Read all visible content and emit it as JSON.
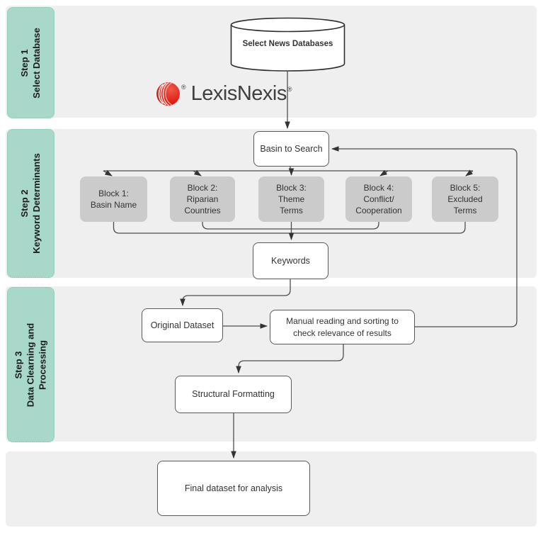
{
  "steps": [
    {
      "label": "Step 1\nSelect Database"
    },
    {
      "label": "Step 2\nKeyword Determinants"
    },
    {
      "label": "Step 3\nData Clearning and\nProcessing"
    }
  ],
  "nodes": {
    "database": {
      "label": "Select News Databases"
    },
    "brand": {
      "name": "LexisNexis",
      "registered": "®"
    },
    "basin": {
      "label": "Basin to Search"
    },
    "blocks": [
      {
        "label": "Block 1:\nBasin Name"
      },
      {
        "label": "Block 2:\nRiparian\nCountries"
      },
      {
        "label": "Block 3:\nTheme\nTerms"
      },
      {
        "label": "Block 4:\nConflict/\nCooperation"
      },
      {
        "label": "Block 5:\nExcluded\nTerms"
      }
    ],
    "keywords": {
      "label": "Keywords"
    },
    "original_dataset": {
      "label": "Original Dataset"
    },
    "manual_review": {
      "label": "Manual  reading and sorting to check relevance of results"
    },
    "structural_formatting": {
      "label": "Structural Formatting"
    },
    "final_dataset": {
      "label": "Final dataset for analysis"
    }
  },
  "colors": {
    "step_label_bg": "#a8d8ca",
    "band_bg": "#efefef",
    "block_bg": "#cbcbcb",
    "node_bg": "#ffffff",
    "connector": "#4d4d4d",
    "brand_red": "#e1251b",
    "text": "#333333"
  }
}
